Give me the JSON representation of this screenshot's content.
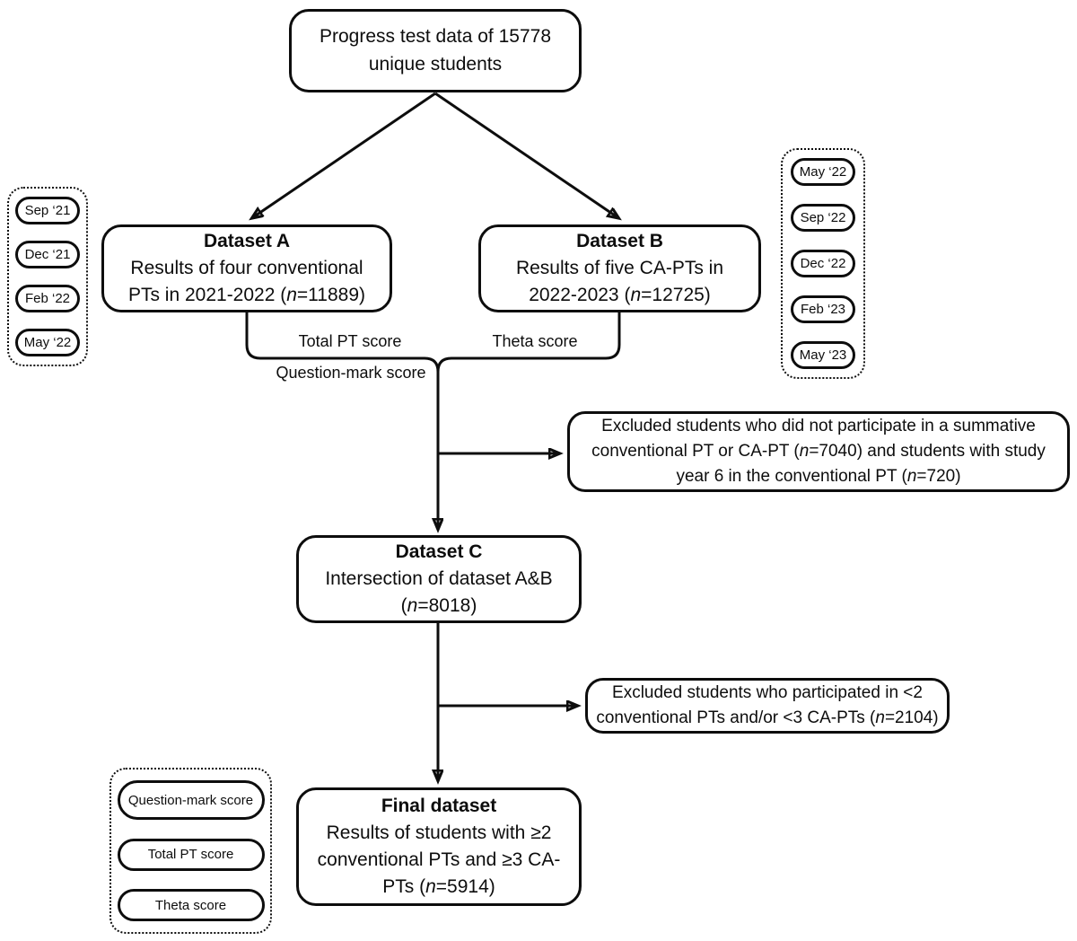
{
  "figure": {
    "kind": "study-flow-diagram"
  },
  "colors": {
    "line": "#0d0d0d",
    "background": "#ffffff"
  },
  "boxes": {
    "top": {
      "segments": [
        {
          "t": "Progress test data of 15778 unique students"
        }
      ]
    },
    "dataset_a": {
      "title": "Dataset A",
      "segments": [
        {
          "t": "Results of four conventional PTs in 2021-2022 ("
        },
        {
          "t": "n",
          "i": true
        },
        {
          "t": "=11889)"
        }
      ]
    },
    "dataset_b": {
      "title": "Dataset B",
      "segments": [
        {
          "t": "Results of five CA-PTs in 2022-2023 ("
        },
        {
          "t": "n",
          "i": true
        },
        {
          "t": "=12725)"
        }
      ]
    },
    "excluded_1": {
      "segments": [
        {
          "t": "Excluded students who did not participate in a summative conventional PT or CA-PT ("
        },
        {
          "t": "n",
          "i": true
        },
        {
          "t": "=7040) and students with study year 6 in the conventional PT ("
        },
        {
          "t": "n",
          "i": true
        },
        {
          "t": "=720)"
        }
      ]
    },
    "dataset_c": {
      "title": "Dataset C",
      "segments": [
        {
          "t": "Intersection of dataset A&B ("
        },
        {
          "t": "n",
          "i": true
        },
        {
          "t": "=8018)"
        }
      ]
    },
    "excluded_2": {
      "segments": [
        {
          "t": "Excluded students who participated in <2 conventional PTs and/or <3 CA-PTs ("
        },
        {
          "t": "n",
          "i": true
        },
        {
          "t": "=2104)"
        }
      ]
    },
    "final": {
      "title": "Final dataset",
      "segments": [
        {
          "t": "Results of students with ≥2 conventional PTs and ≥3 CA-PTs ("
        },
        {
          "t": "n",
          "i": true
        },
        {
          "t": "=5914)"
        }
      ]
    }
  },
  "edge_labels": {
    "total_pt": "Total PT score",
    "theta": "Theta score",
    "question_mark": "Question-mark score"
  },
  "timeline_left": {
    "items": [
      "Sep ‘21",
      "Dec ‘21",
      "Feb ‘22",
      "May ‘22"
    ]
  },
  "timeline_right": {
    "items": [
      "May ‘22",
      "Sep ‘22",
      "Dec ‘22",
      "Feb ‘23",
      "May ‘23"
    ]
  },
  "score_legend": {
    "items": [
      "Question-mark score",
      "Total PT score",
      "Theta score"
    ]
  }
}
